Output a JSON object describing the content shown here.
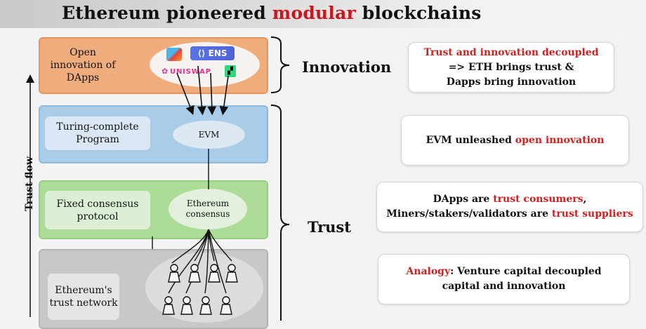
{
  "title": {
    "pre": "Ethereum pioneered ",
    "highlight": "modular",
    "post": " blockchains"
  },
  "colors": {
    "highlight_red": "#c8161d",
    "innovation_layer": "#efac7c",
    "evm_layer": "#a9cce9",
    "consensus_layer": "#addc98",
    "network_layer": "#c8c8c8"
  },
  "axis_label": "Trust flow",
  "layers": {
    "innovation": {
      "label": "Open innovation of DApps",
      "apps": {
        "ens": "ENS",
        "uniswap": "UNISWAP",
        "dydx": "dYdX",
        "metamask": "MetaMask"
      }
    },
    "evm": {
      "label": "Turing-complete Program",
      "node": "EVM"
    },
    "consensus": {
      "label": "Fixed consensus protocol",
      "node": "Ethereum consensus"
    },
    "network": {
      "label": "Ethereum's trust network"
    }
  },
  "brace_labels": {
    "innovation": "Innovation",
    "trust": "Trust"
  },
  "cards": [
    {
      "line1_red": "Trust and innovation decoupled",
      "line2": "=> ETH brings trust &",
      "line3": "Dapps bring innovation"
    },
    {
      "pre": "EVM unleashed ",
      "red": "open innovation"
    },
    {
      "l1_pre": "DApps are ",
      "l1_red": "trust consumers",
      "l1_post": ",",
      "l2_pre": "Miners/stakers/validators are ",
      "l2_red": "trust suppliers"
    },
    {
      "l1_red": "Analogy",
      "l1_post": ": Venture capital decoupled",
      "l2": "capital and innovation"
    }
  ]
}
